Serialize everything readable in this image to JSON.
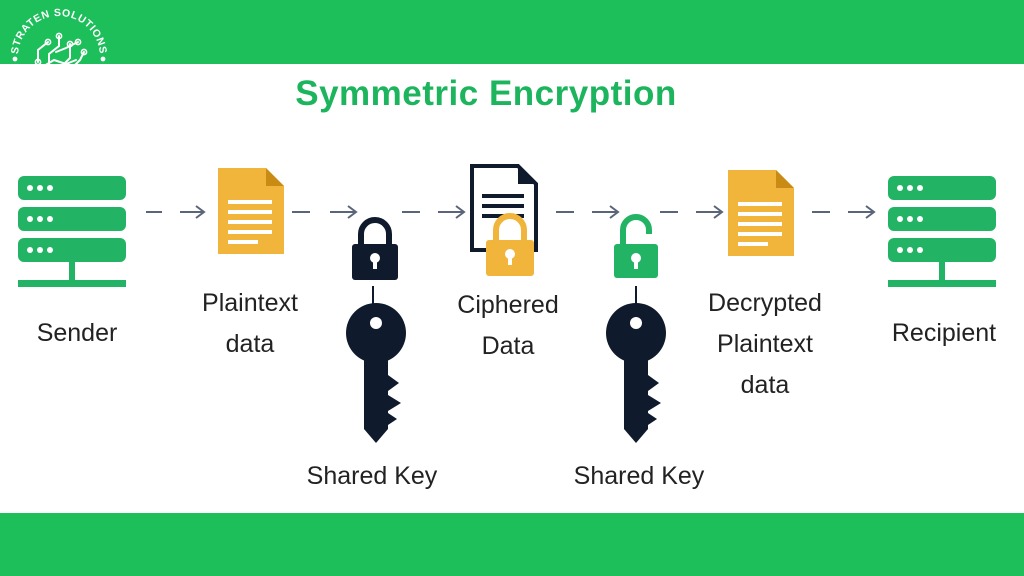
{
  "brand": {
    "name": "STRATEN SOLUTIONS"
  },
  "title": "Symmetric Encryption",
  "nodes": {
    "sender": "Sender",
    "plaintext": [
      "Plaintext",
      "data"
    ],
    "shared_key_1": "Shared Key",
    "ciphered": [
      "Ciphered",
      "Data"
    ],
    "shared_key_2": "Shared Key",
    "decrypted": [
      "Decrypted",
      "Plaintext",
      "data"
    ],
    "recipient": "Recipient"
  },
  "colors": {
    "band": "#1cbf5a",
    "green": "#22b464",
    "gold": "#f0b53a",
    "navy": "#0f1a2c",
    "arrow": "#5a647a"
  },
  "icons": [
    "server-icon",
    "document-icon",
    "locked-padlock-icon",
    "key-icon",
    "ciphered-document-icon",
    "unlocked-padlock-icon"
  ]
}
